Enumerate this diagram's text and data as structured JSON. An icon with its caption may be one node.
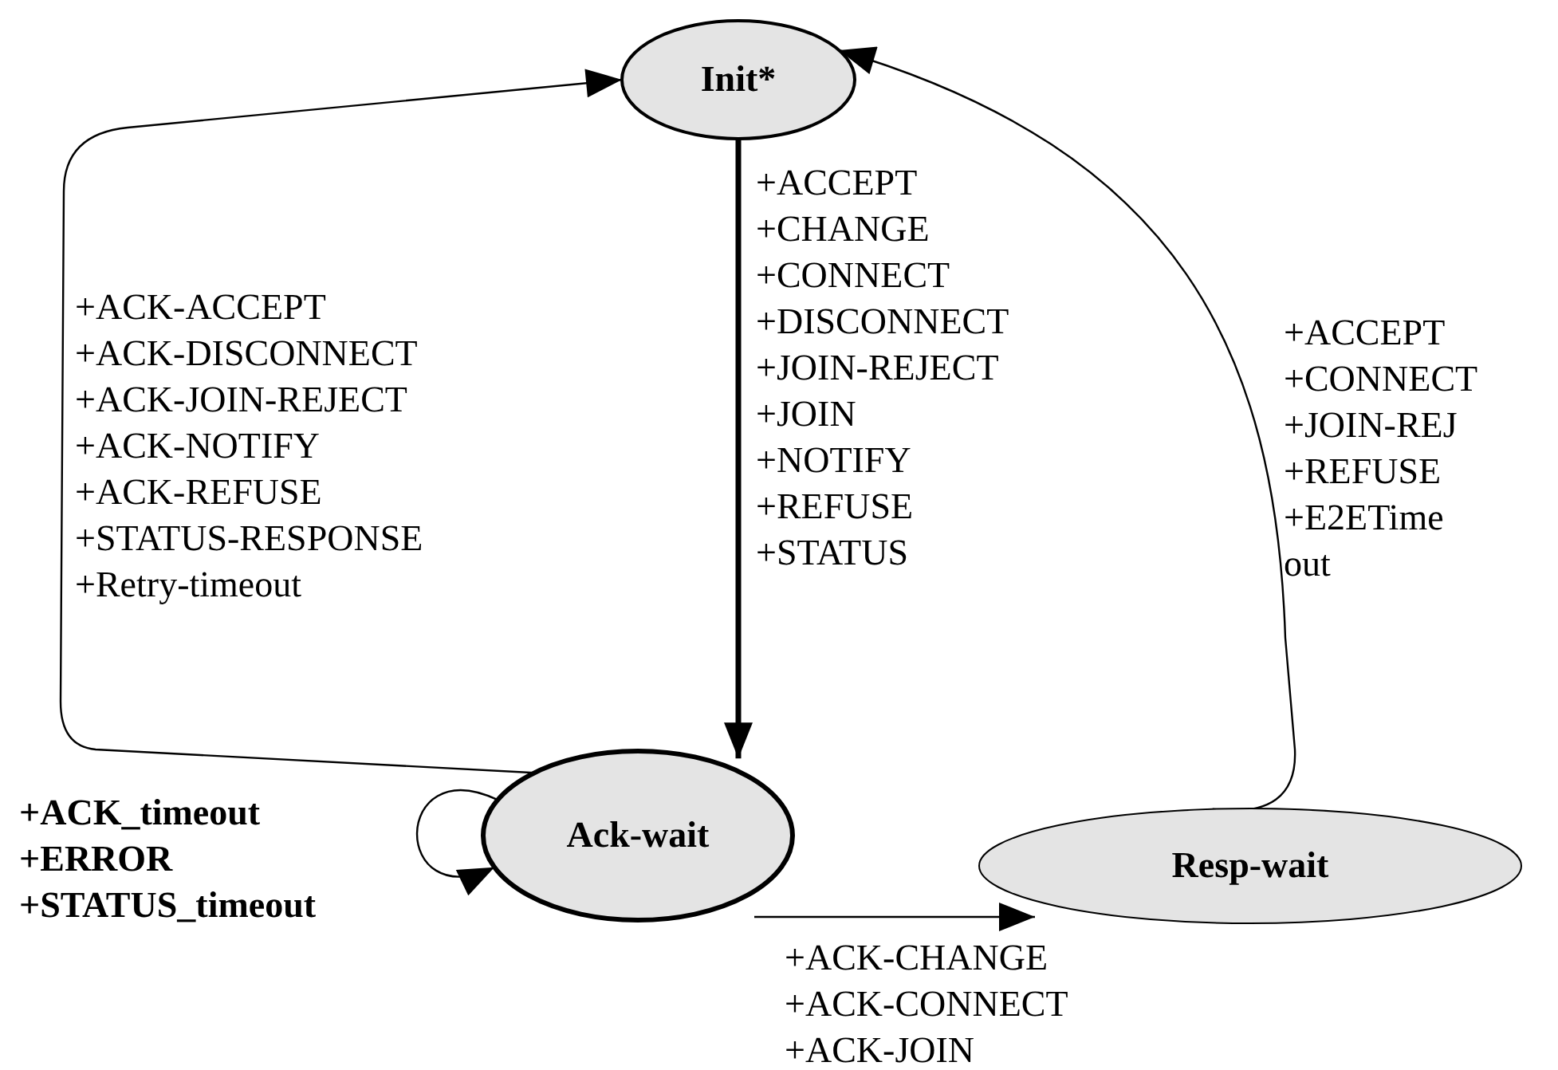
{
  "diagram": {
    "nodes": [
      {
        "text": [
          "Init*"
        ]
      },
      {
        "text": [
          "Ack-wait"
        ]
      },
      {
        "text": [
          "Resp-wait"
        ]
      }
    ],
    "edges": [
      {
        "from": 0,
        "to": 1,
        "arrow": "to",
        "style": "thick",
        "label": "+ACCEPT +CHANGE +CONNECT +DISCONNECT +JOIN-REJECT +JOIN +NOTIFY +REFUSE +STATUS"
      },
      {
        "from": 1,
        "to": 0,
        "arrow": "to",
        "label": "+ACK-ACCEPT +ACK-DISCONNECT +ACK-JOIN-REJECT +ACK-NOTIFY +ACK-REFUSE +STATUS-RESPONSE +Retry-timeout"
      },
      {
        "from": 2,
        "to": 0,
        "arrow": "to",
        "label": "+ACCEPT +CONNECT +JOIN-REJ +REFUSE +E2ETime out"
      },
      {
        "from": 1,
        "to": 1,
        "arrow": "to",
        "label": "+ACK_timeout +ERROR +STATUS_timeout"
      },
      {
        "from": 1,
        "to": 2,
        "arrow": "to",
        "label": "+ACK-CHANGE +ACK-CONNECT +ACK-JOIN"
      }
    ]
  }
}
